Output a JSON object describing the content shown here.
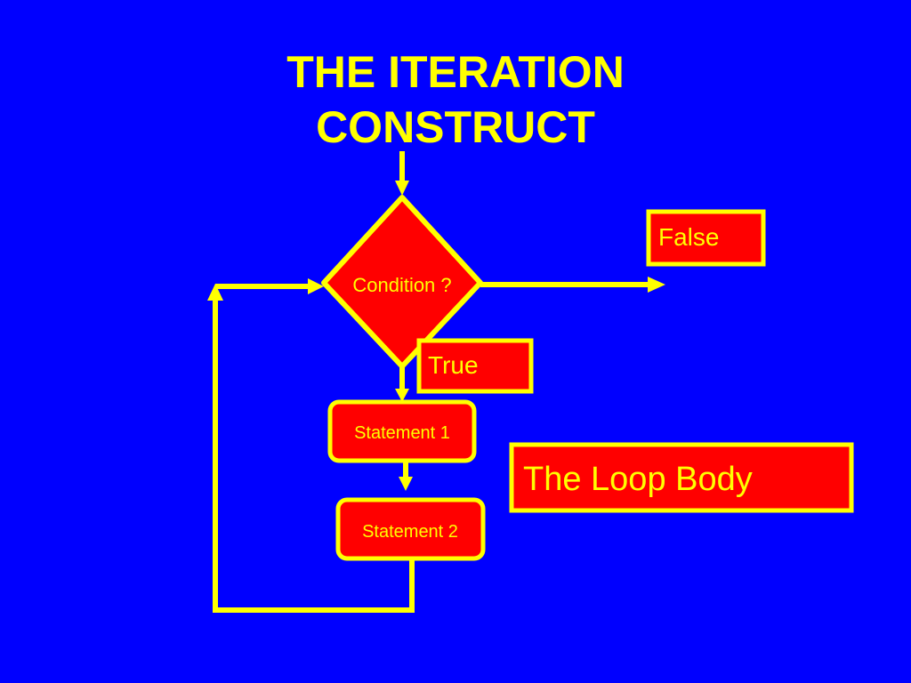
{
  "slide": {
    "title_line1": "THE ITERATION",
    "title_line2": "CONSTRUCT"
  },
  "diagram": {
    "condition_label": "Condition ?",
    "false_label": "False",
    "true_label": "True",
    "statement1_label": "Statement 1",
    "statement2_label": "Statement 2",
    "loop_body_label": "The Loop Body"
  },
  "colors": {
    "background": "#0000FF",
    "accent": "#FFFF00",
    "box_fill": "#FF0000"
  }
}
